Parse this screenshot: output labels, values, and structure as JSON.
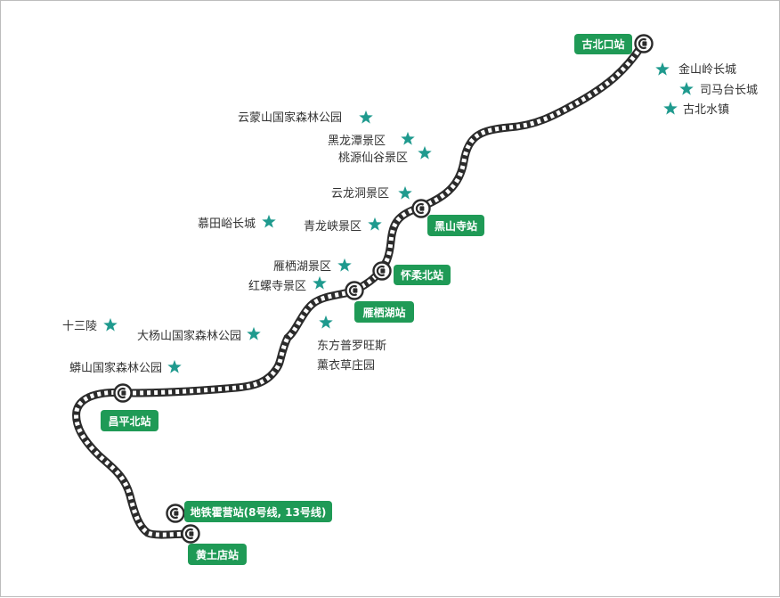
{
  "colors": {
    "station_badge": "#1f9a56",
    "star": "#1f9a8e",
    "rail_dark": "#2b2b2b",
    "rail_light": "#ffffff",
    "text": "#333333"
  },
  "icons": {
    "station": "metro-station-icon",
    "poi": "star-icon"
  },
  "stations": [
    {
      "id": "gubeikou",
      "label": "古北口站"
    },
    {
      "id": "heishansi",
      "label": "黑山寺站"
    },
    {
      "id": "huairoubei",
      "label": "怀柔北站"
    },
    {
      "id": "yanqihu",
      "label": "雁栖湖站"
    },
    {
      "id": "changpingbei",
      "label": "昌平北站"
    },
    {
      "id": "dietiehuoying",
      "label": "地铁霍营站(8号线, 13号线)"
    },
    {
      "id": "huangtudian",
      "label": "黄土店站"
    }
  ],
  "attractions": [
    {
      "id": "jinshanling",
      "label": "金山岭长城"
    },
    {
      "id": "simatai",
      "label": "司马台长城"
    },
    {
      "id": "gubeishuizhen",
      "label": "古北水镇"
    },
    {
      "id": "yunmengshan",
      "label": "云蒙山国家森林公园"
    },
    {
      "id": "heilongtan",
      "label": "黑龙潭景区"
    },
    {
      "id": "taoyuanxiangu",
      "label": "桃源仙谷景区"
    },
    {
      "id": "yunlongdong",
      "label": "云龙洞景区"
    },
    {
      "id": "mutianyu",
      "label": "慕田峪长城"
    },
    {
      "id": "qinglongxia",
      "label": "青龙峡景区"
    },
    {
      "id": "yanqihujingqu",
      "label": "雁栖湖景区"
    },
    {
      "id": "hongluosi",
      "label": "红螺寺景区"
    },
    {
      "id": "shisanling",
      "label": "十三陵"
    },
    {
      "id": "dayangshan",
      "label": "大杨山国家森林公园"
    },
    {
      "id": "dongfangpuluowangsi",
      "label": "东方普罗旺斯",
      "label2": "薰衣草庄园"
    },
    {
      "id": "mangshan",
      "label": "蟒山国家森林公园"
    }
  ]
}
